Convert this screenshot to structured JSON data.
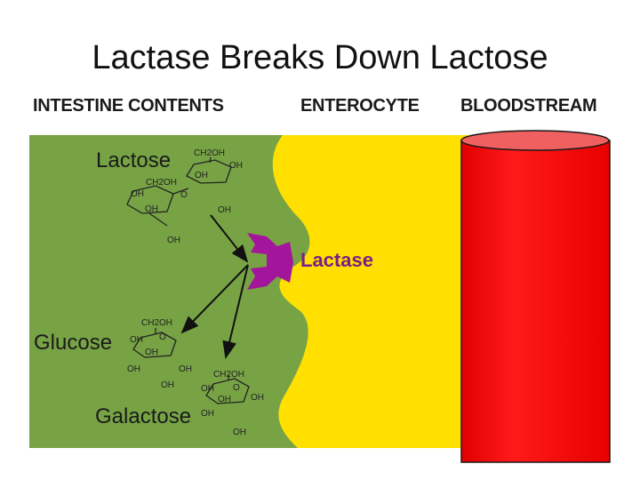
{
  "title": "Lactase Breaks Down Lactose",
  "regions": {
    "intestine": "INTESTINE CONTENTS",
    "enterocyte": "ENTEROCYTE",
    "bloodstream": "BLOODSTREAM"
  },
  "molecules": {
    "lactose": "Lactose",
    "glucose": "Glucose",
    "galactose": "Galactose",
    "enzyme": "Lactase"
  },
  "chem": {
    "ch2oh": "CH2OH",
    "oh": "OH",
    "o": "O"
  },
  "colors": {
    "intestine": "#77a345",
    "enterocyte": "#ffe000",
    "blood": "#ff0000",
    "blood_top": "#f06060",
    "enzyme": "#a3169c",
    "enzyme_label": "#7a1f86"
  }
}
